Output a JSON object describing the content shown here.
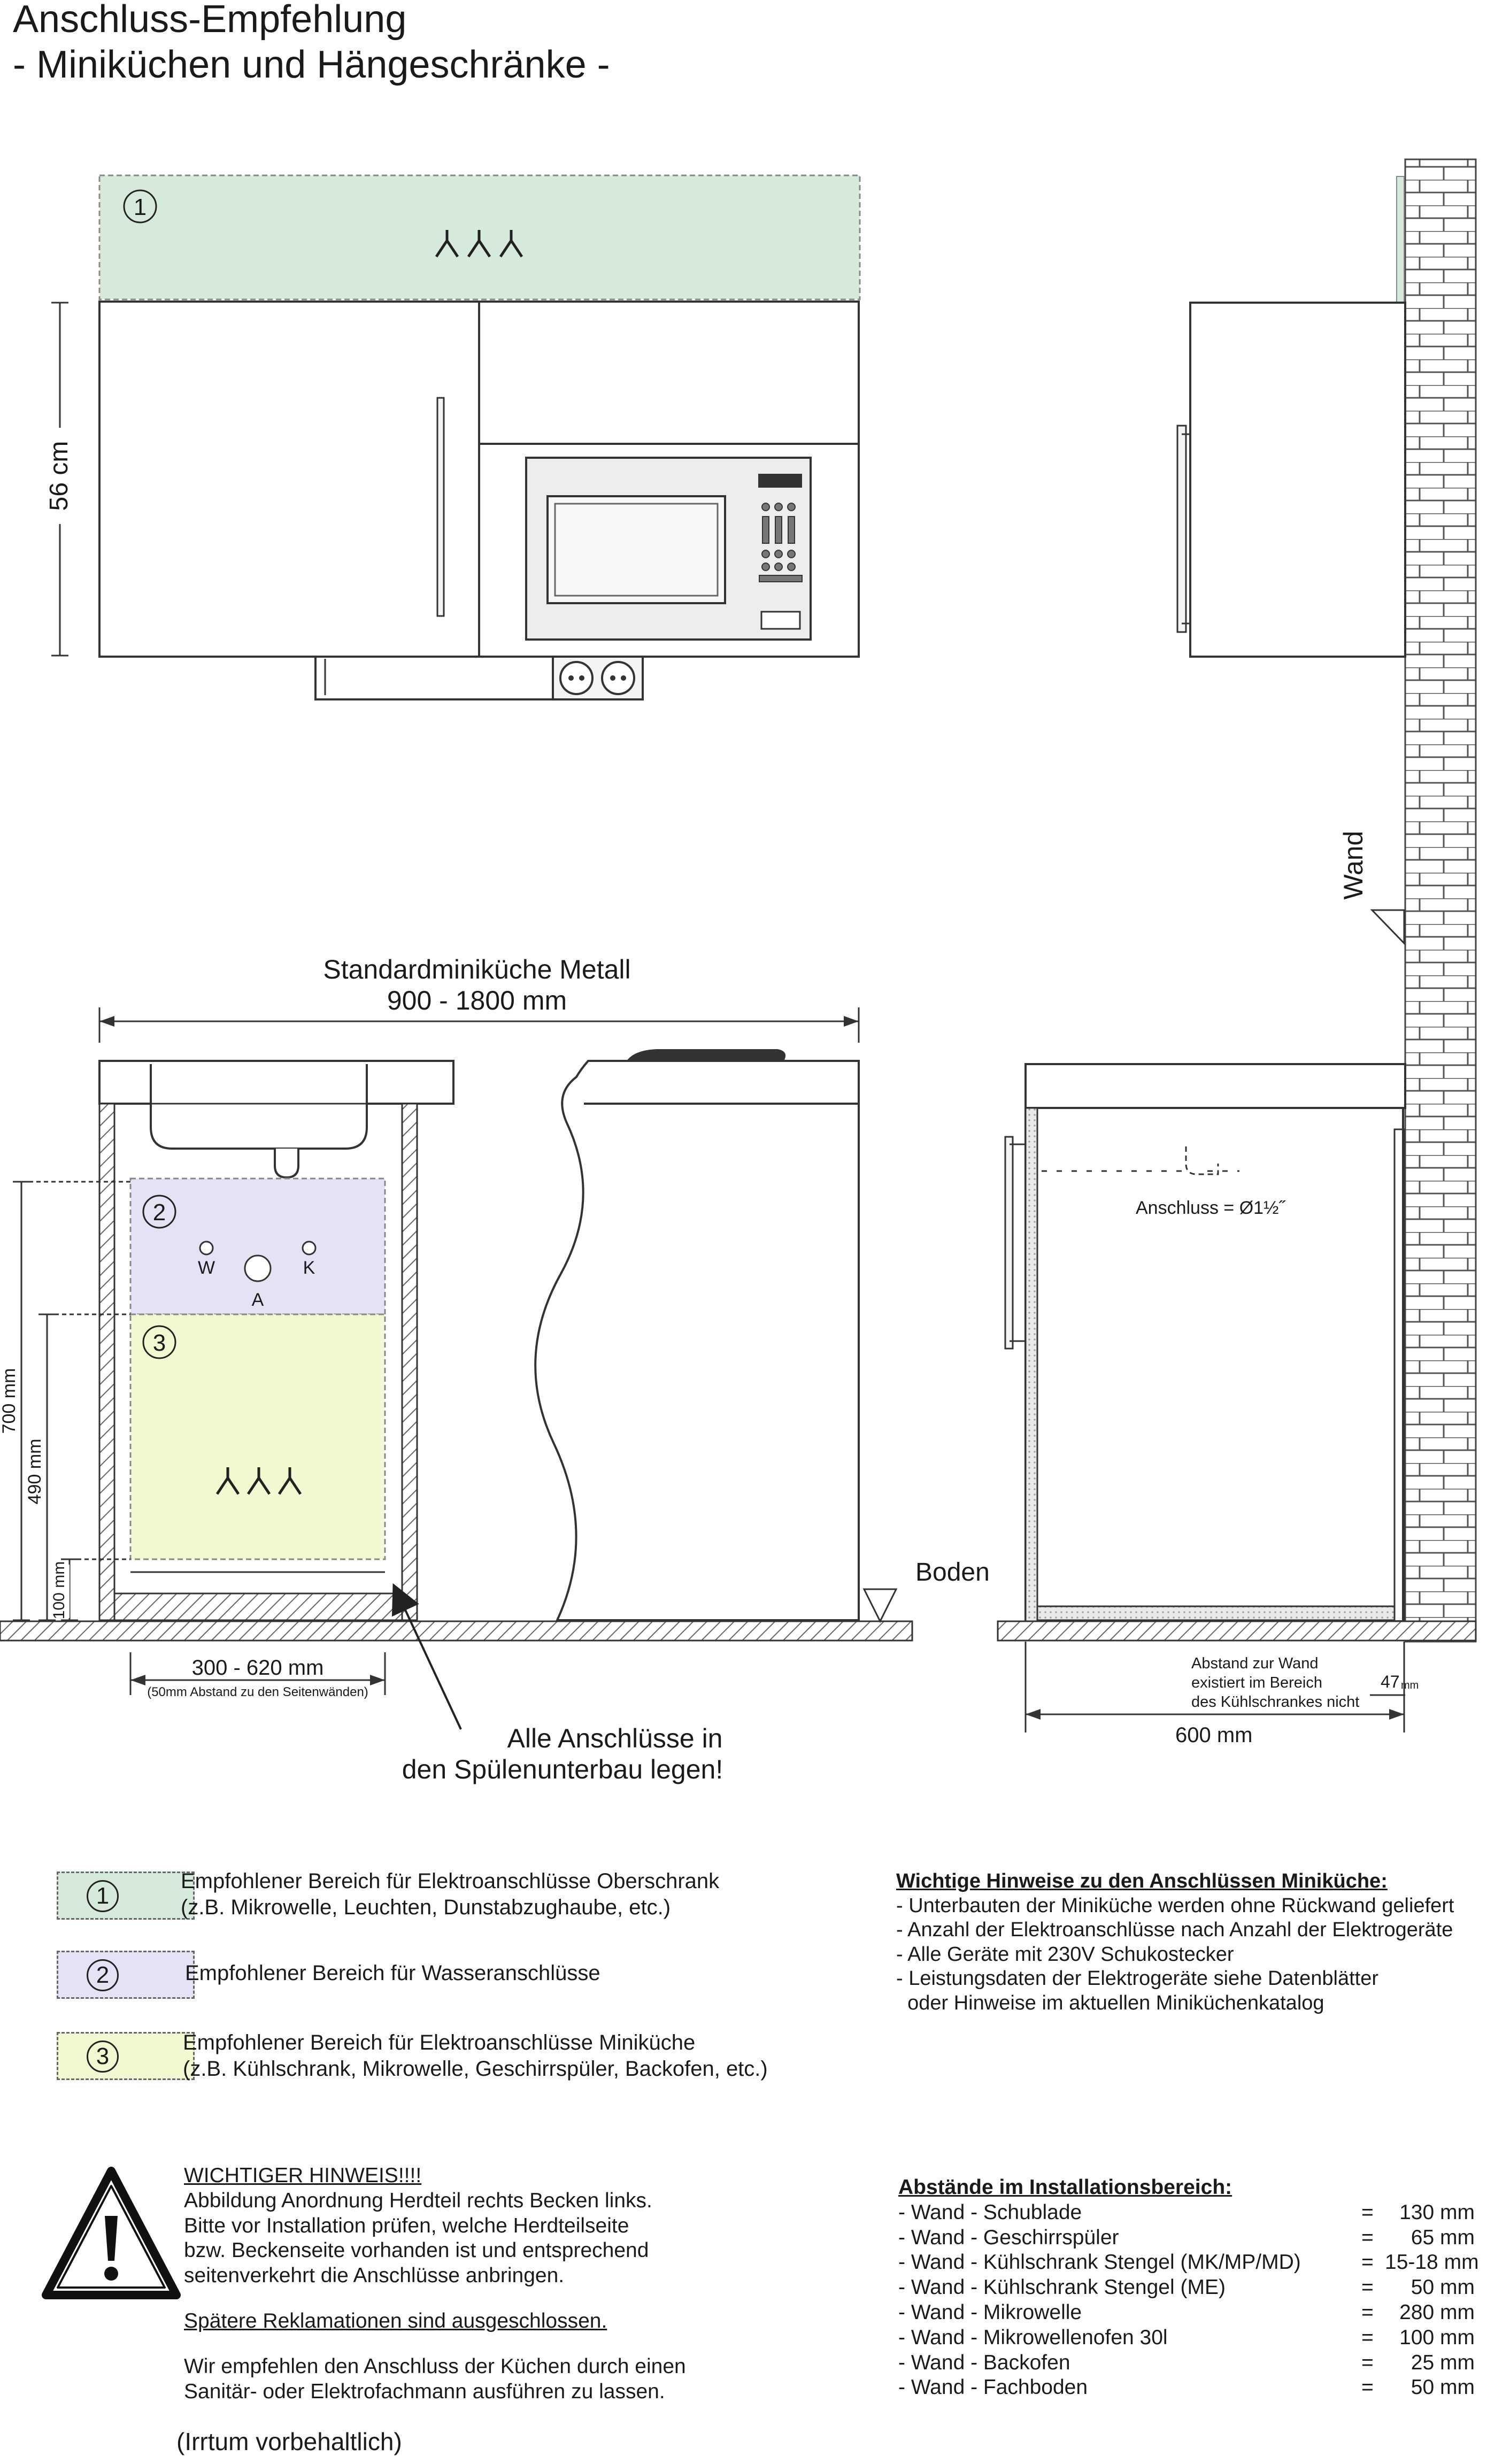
{
  "title": {
    "line1": "Anschluss-Empfehlung",
    "line2": "- Miniküchen und Hängeschränke -"
  },
  "zones": {
    "zone1_color": "#d6eadb",
    "zone2_color": "#e3e3f5",
    "zone3_color": "#f4f8d0",
    "num1": "1",
    "num2": "2",
    "num3": "3"
  },
  "diagram": {
    "upper_height": "56 cm",
    "wall_label": "Wand",
    "kitchen_name": "Standardminiküche Metall",
    "kitchen_width": "900 - 1800 mm",
    "water_w": "W",
    "water_k": "K",
    "water_a": "A",
    "dim_700": "700 mm",
    "dim_490": "490 mm",
    "dim_100": "100 mm",
    "floor_label": "Boden",
    "sink_width": "300 - 620 mm",
    "sink_width_note": "(50mm Abstand zu den Seitenwänden)",
    "all_connections_1": "Alle Anschlüsse in",
    "all_connections_2": "den Spülenunterbau legen!",
    "drain_label": "Anschluss = Ø1½˝",
    "wall_gap_note_1": "Abstand zur Wand",
    "wall_gap_note_2": "existiert im Bereich",
    "wall_gap_note_3": "des Kühlschrankes nicht",
    "wall_gap_value": "47",
    "wall_gap_unit": "mm",
    "depth": "600 mm"
  },
  "legend": [
    {
      "num": "1",
      "line1": "Empfohlener Bereich für Elektroanschlüsse Oberschrank",
      "line2": "(z.B. Mikrowelle, Leuchten, Dunstabzughaube, etc.)"
    },
    {
      "num": "2",
      "line1": "Empfohlener Bereich für Wasseranschlüsse",
      "line2": ""
    },
    {
      "num": "3",
      "line1": "Empfohlener Bereich für Elektroanschlüsse Miniküche",
      "line2": "(z.B. Kühlschrank, Mikrowelle, Geschirrspüler, Backofen, etc.)"
    }
  ],
  "hints": {
    "heading": "Wichtige Hinweise zu den Anschlüssen Miniküche:",
    "lines": [
      "- Unterbauten der Miniküche werden ohne Rückwand geliefert",
      "- Anzahl der Elektroanschlüsse nach Anzahl der Elektrogeräte",
      "- Alle Geräte mit 230V Schukostecker",
      "- Leistungsdaten der Elektrogeräte siehe Datenblätter",
      "  oder Hinweise im aktuellen Miniküchenkatalog"
    ]
  },
  "warning": {
    "heading": "WICHTIGER HINWEIS!!!!",
    "lines": [
      "Abbildung  Anordnung Herdteil rechts  Becken links.",
      "Bitte vor Installation prüfen, welche Herdteilseite",
      "bzw. Beckenseite vorhanden ist und entsprechend",
      "seitenverkehrt die Anschlüsse anbringen."
    ],
    "complaint": "Spätere Reklamationen sind ausgeschlossen.",
    "recommend_1": "Wir empfehlen den Anschluss der Küchen durch einen",
    "recommend_2": "Sanitär- oder Elektrofachmann ausführen zu lassen.",
    "disclaimer": "(Irrtum vorbehaltlich)"
  },
  "distances": {
    "heading": "Abstände im Installationsbereich:",
    "rows": [
      {
        "label": "- Wand - Schublade",
        "eq": "=",
        "value": "130 mm"
      },
      {
        "label": "- Wand - Geschirrspüler",
        "eq": "=",
        "value": "65 mm"
      },
      {
        "label": "- Wand - Kühlschrank Stengel (MK/MP/MD)",
        "eq": "=",
        "value": "15-18 mm"
      },
      {
        "label": "- Wand - Kühlschrank Stengel  (ME)",
        "eq": "=",
        "value": "50 mm"
      },
      {
        "label": "- Wand - Mikrowelle",
        "eq": "=",
        "value": "280 mm"
      },
      {
        "label": "- Wand - Mikrowellenofen 30l",
        "eq": "=",
        "value": "100 mm"
      },
      {
        "label": "- Wand - Backofen",
        "eq": "=",
        "value": "25 mm"
      },
      {
        "label": "- Wand - Fachboden",
        "eq": "=",
        "value": "50 mm"
      }
    ]
  }
}
